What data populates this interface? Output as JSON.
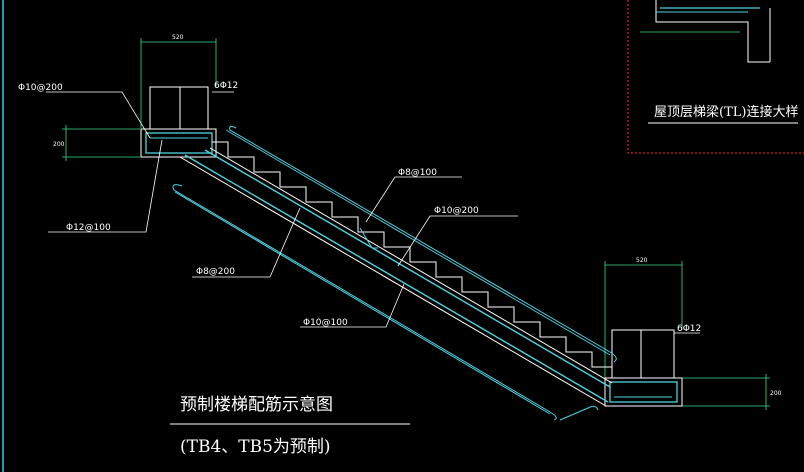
{
  "drawing": {
    "title": "预制楼梯配筋示意图",
    "subtitle": "(TB4、TB5为预制)",
    "inset_title": "屋顶层梯梁(TL)连接大样"
  },
  "labels": {
    "rebar_top_left": "Φ10@200",
    "stirrup_left": "6Φ12",
    "rebar_left_bottom": "Φ12@100",
    "rebar_mid_top": "Φ8@100",
    "rebar_mid_right": "Φ10@200",
    "rebar_mid_left": "Φ8@200",
    "rebar_bottom": "Φ10@100",
    "stirrup_right": "6Φ12"
  },
  "dimensions": {
    "left_width": "520",
    "left_height": "200",
    "right_width": "520",
    "right_height": "200"
  },
  "colors": {
    "background": "#000000",
    "outline": "#ffffff",
    "rebar": "#4fd3e0",
    "dimension": "#35e08a",
    "inset_border": "#ff2a2a",
    "frame": "#29d0e0"
  }
}
